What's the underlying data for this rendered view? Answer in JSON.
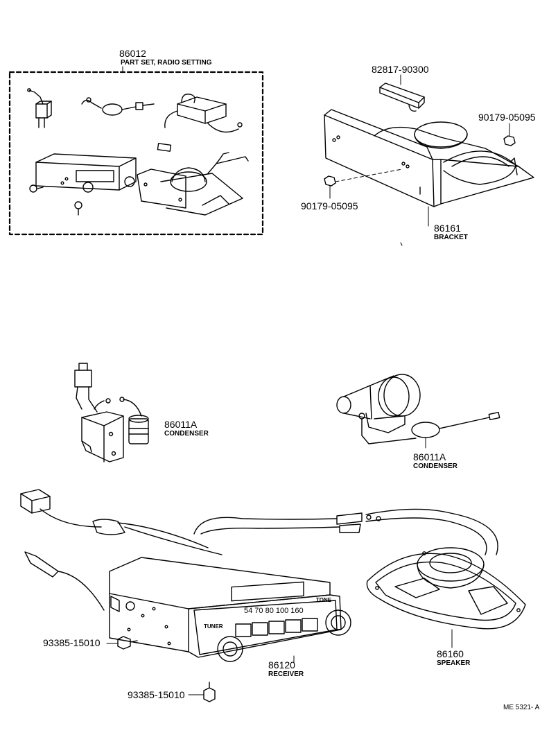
{
  "kit": {
    "part_no": "86012",
    "name": "PART SET, RADIO SETTING"
  },
  "bracket_clip": {
    "part_no": "82817-90300"
  },
  "nut_right": {
    "part_no": "90179-05095"
  },
  "nut_left": {
    "part_no": "90179-05095"
  },
  "bracket": {
    "part_no": "86161",
    "name": "BRACKET"
  },
  "condenser_left": {
    "part_no": "86011A",
    "name": "CONDENSER"
  },
  "condenser_right": {
    "part_no": "86011A",
    "name": "CONDENSER"
  },
  "bolt_left": {
    "part_no": "93385-15010"
  },
  "bolt_bottom": {
    "part_no": "93385-15010"
  },
  "receiver": {
    "part_no": "86120",
    "name": "RECEIVER",
    "tuner_label": "TUNER",
    "tone_label": "TONE",
    "dial": "54 70 80 100 160"
  },
  "speaker": {
    "part_no": "86160",
    "name": "SPEAKER"
  },
  "diagram_code": "ME 5321- A"
}
